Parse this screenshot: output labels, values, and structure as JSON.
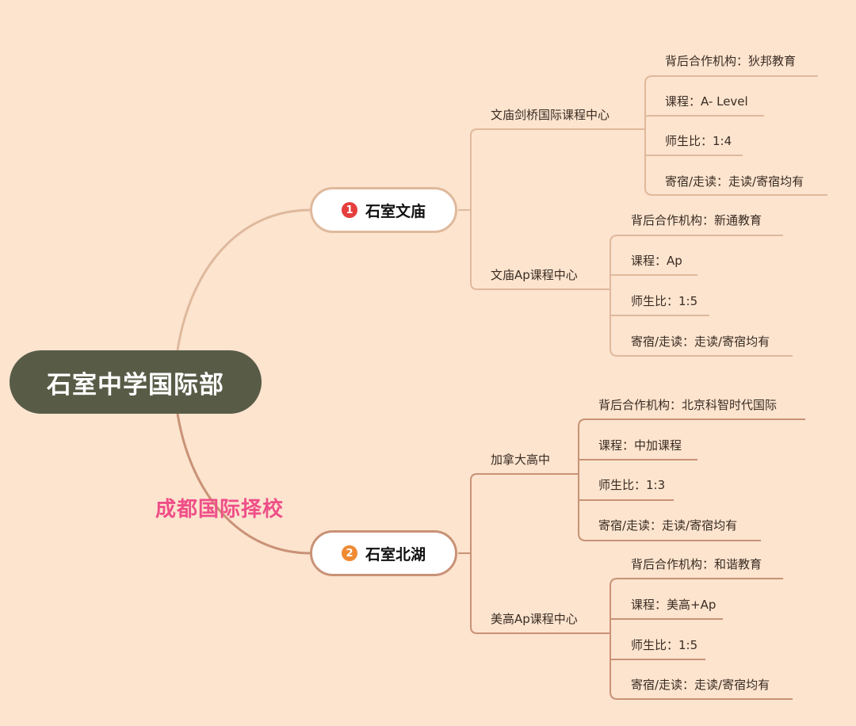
{
  "root": "石室中学国际部",
  "watermark": "成都国际择校",
  "branches": [
    {
      "number": "1",
      "label": "石室文庙",
      "subs": [
        {
          "label": "文庙剑桥国际课程中心",
          "leaves": [
            "背后合作机构：狄邦教育",
            "课程：A- Level",
            "师生比：1:4",
            "寄宿/走读：走读/寄宿均有"
          ]
        },
        {
          "label": "文庙Ap课程中心",
          "leaves": [
            "背后合作机构：新通教育",
            "课程：Ap",
            "师生比：1:5",
            "寄宿/走读：走读/寄宿均有"
          ]
        }
      ]
    },
    {
      "number": "2",
      "label": "石室北湖",
      "subs": [
        {
          "label": "加拿大高中",
          "leaves": [
            "背后合作机构：北京科智时代国际",
            "课程：中加课程",
            "师生比：1:3",
            "寄宿/走读：走读/寄宿均有"
          ]
        },
        {
          "label": "美高Ap课程中心",
          "leaves": [
            "背后合作机构：和谐教育",
            "课程：美高+Ap",
            "师生比：1:5",
            "寄宿/走读：走读/寄宿均有"
          ]
        }
      ]
    }
  ],
  "colors": {
    "background": "#fce4cf",
    "root": "#585c47",
    "branch1_line": "#dfb99c",
    "branch2_line": "#c99276",
    "number1": "#e63d3d",
    "number2": "#f08a33",
    "watermark": "#ef4e88"
  }
}
